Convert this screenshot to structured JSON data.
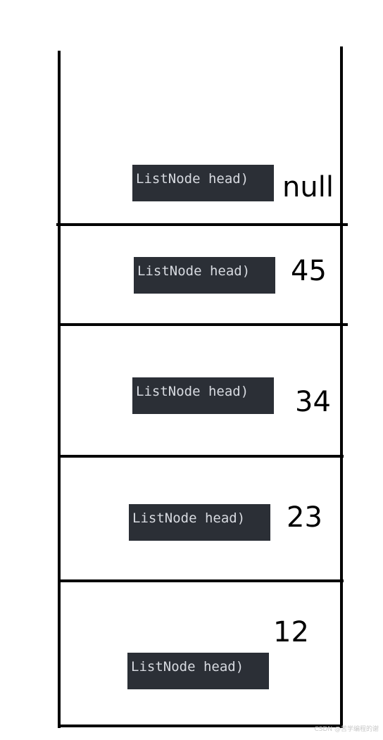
{
  "stack": {
    "frames": [
      {
        "label": "ListNode head)",
        "value": "null"
      },
      {
        "label": "ListNode head)",
        "value": "45"
      },
      {
        "label": "ListNode head)",
        "value": "34"
      },
      {
        "label": "ListNode head)",
        "value": "23"
      },
      {
        "label": "ListNode head)",
        "value": "12"
      }
    ]
  },
  "watermark": "CSDN @苦学编程的谢"
}
